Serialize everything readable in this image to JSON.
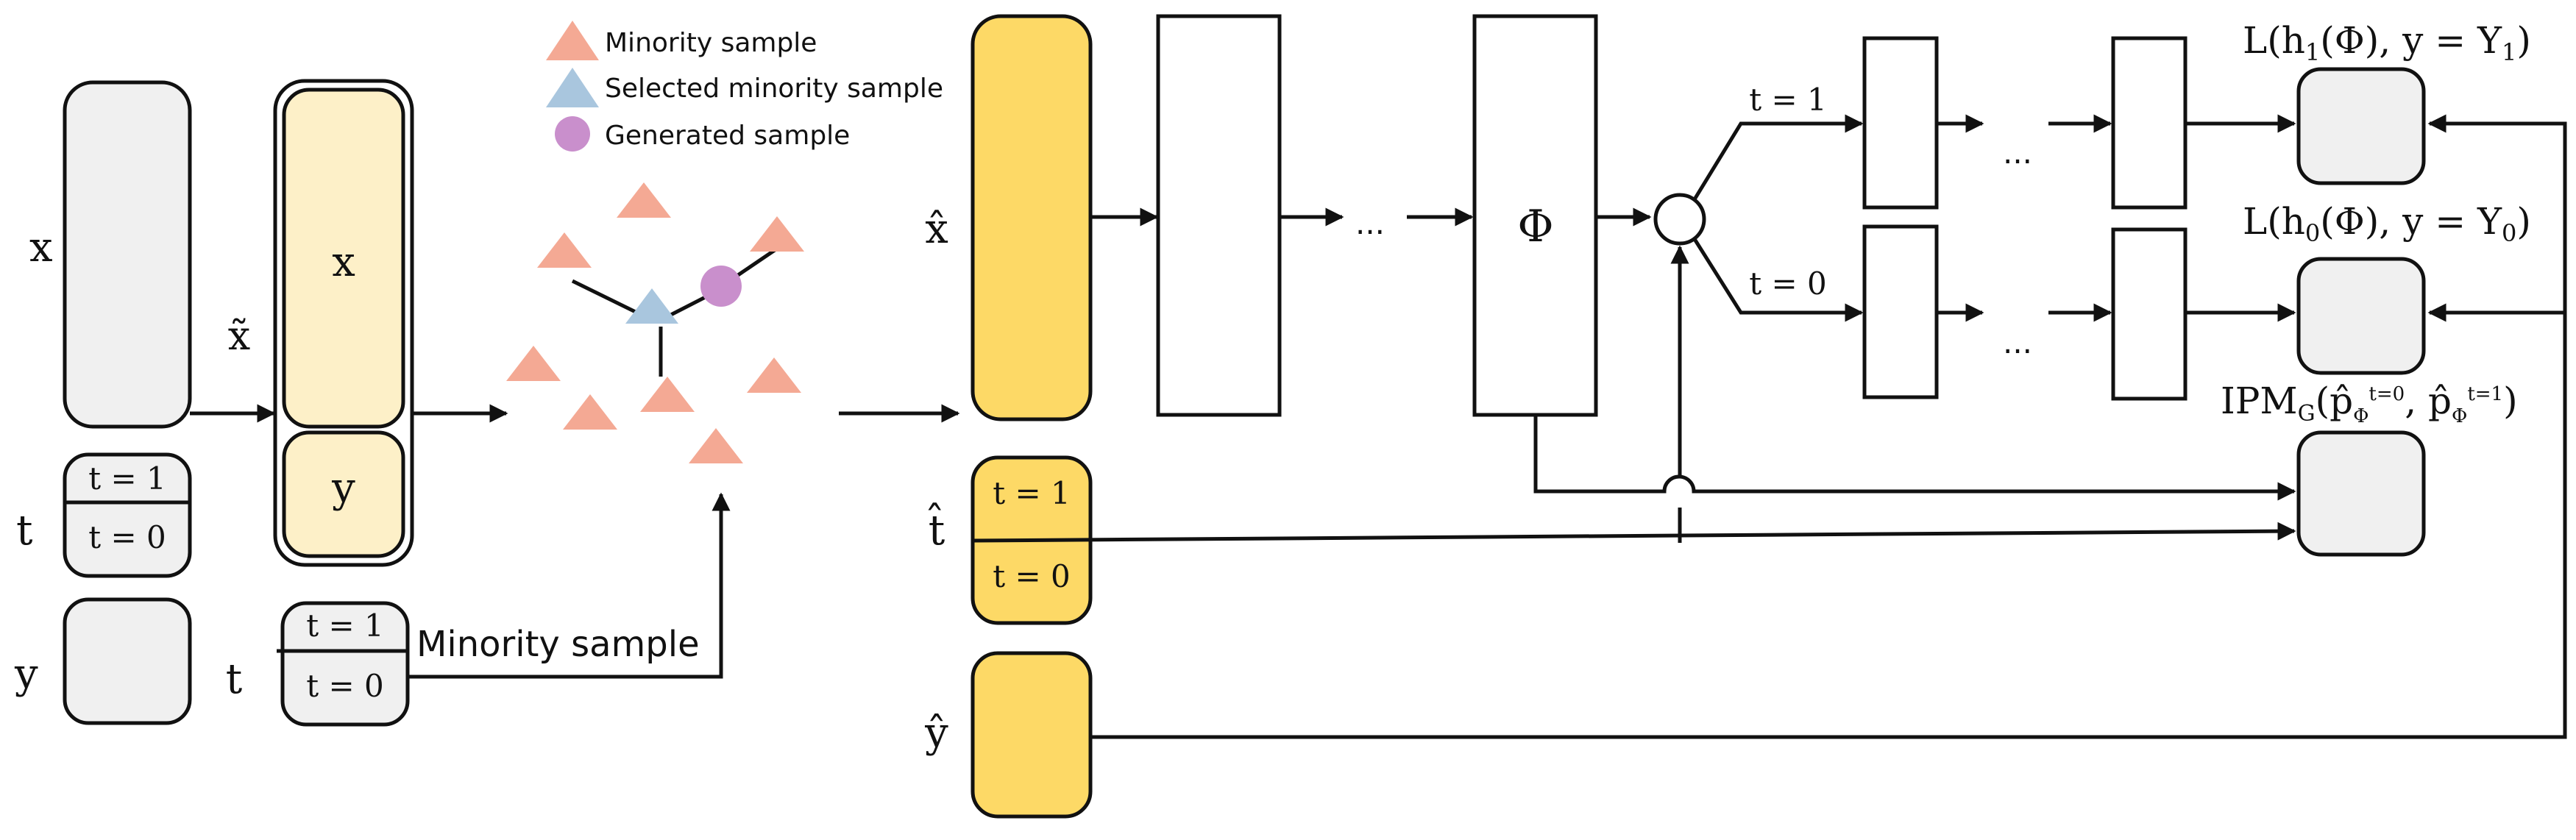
{
  "colors": {
    "gray_fill": "#f0f0f0",
    "pale_yellow": "#fdf0c8",
    "gold": "#fdd966",
    "triangle_pink": "#f4a994",
    "triangle_blue": "#a9c6de",
    "circle_purple": "#c98fcc",
    "stroke": "#111111"
  },
  "inputs": {
    "x_label": "x",
    "t_label": "t",
    "y_label": "y",
    "t1": "t = 1",
    "t0": "t = 0"
  },
  "augmented": {
    "xtilde_label": "x̃",
    "x_inner": "x",
    "y_inner": "y",
    "t_label": "t",
    "t1": "t = 1",
    "t0": "t = 0",
    "minority_sample_label": "Minority sample"
  },
  "legend": {
    "items": [
      {
        "icon": "pink-triangle",
        "label": "Minority sample"
      },
      {
        "icon": "blue-triangle",
        "label": "Selected minority sample"
      },
      {
        "icon": "purple-circle",
        "label": "Generated sample"
      }
    ]
  },
  "network": {
    "xhat_label": "x̂",
    "that_label": "t̂",
    "yhat_label": "ŷ",
    "t1": "t = 1",
    "t0": "t = 0",
    "ellipsis": "...",
    "phi_label": "Φ",
    "branch_t1": "t = 1",
    "branch_t0": "t = 0"
  },
  "losses": {
    "loss1": {
      "prefix": "L(h",
      "sub": "1",
      "suffix": "(Φ), y = Y",
      "sub2": "1",
      "close": ")"
    },
    "loss0": {
      "prefix": "L(h",
      "sub": "0",
      "suffix": "(Φ), y = Y",
      "sub2": "0",
      "close": ")"
    },
    "ipm": {
      "prefix": "IPM",
      "sub": "G",
      "p1": "(p̂",
      "p1_sub": "Φ",
      "p1_sup": "t=0",
      "comma": ", p̂",
      "p2_sub": "Φ",
      "p2_sup": "t=1",
      "close": ")"
    }
  }
}
